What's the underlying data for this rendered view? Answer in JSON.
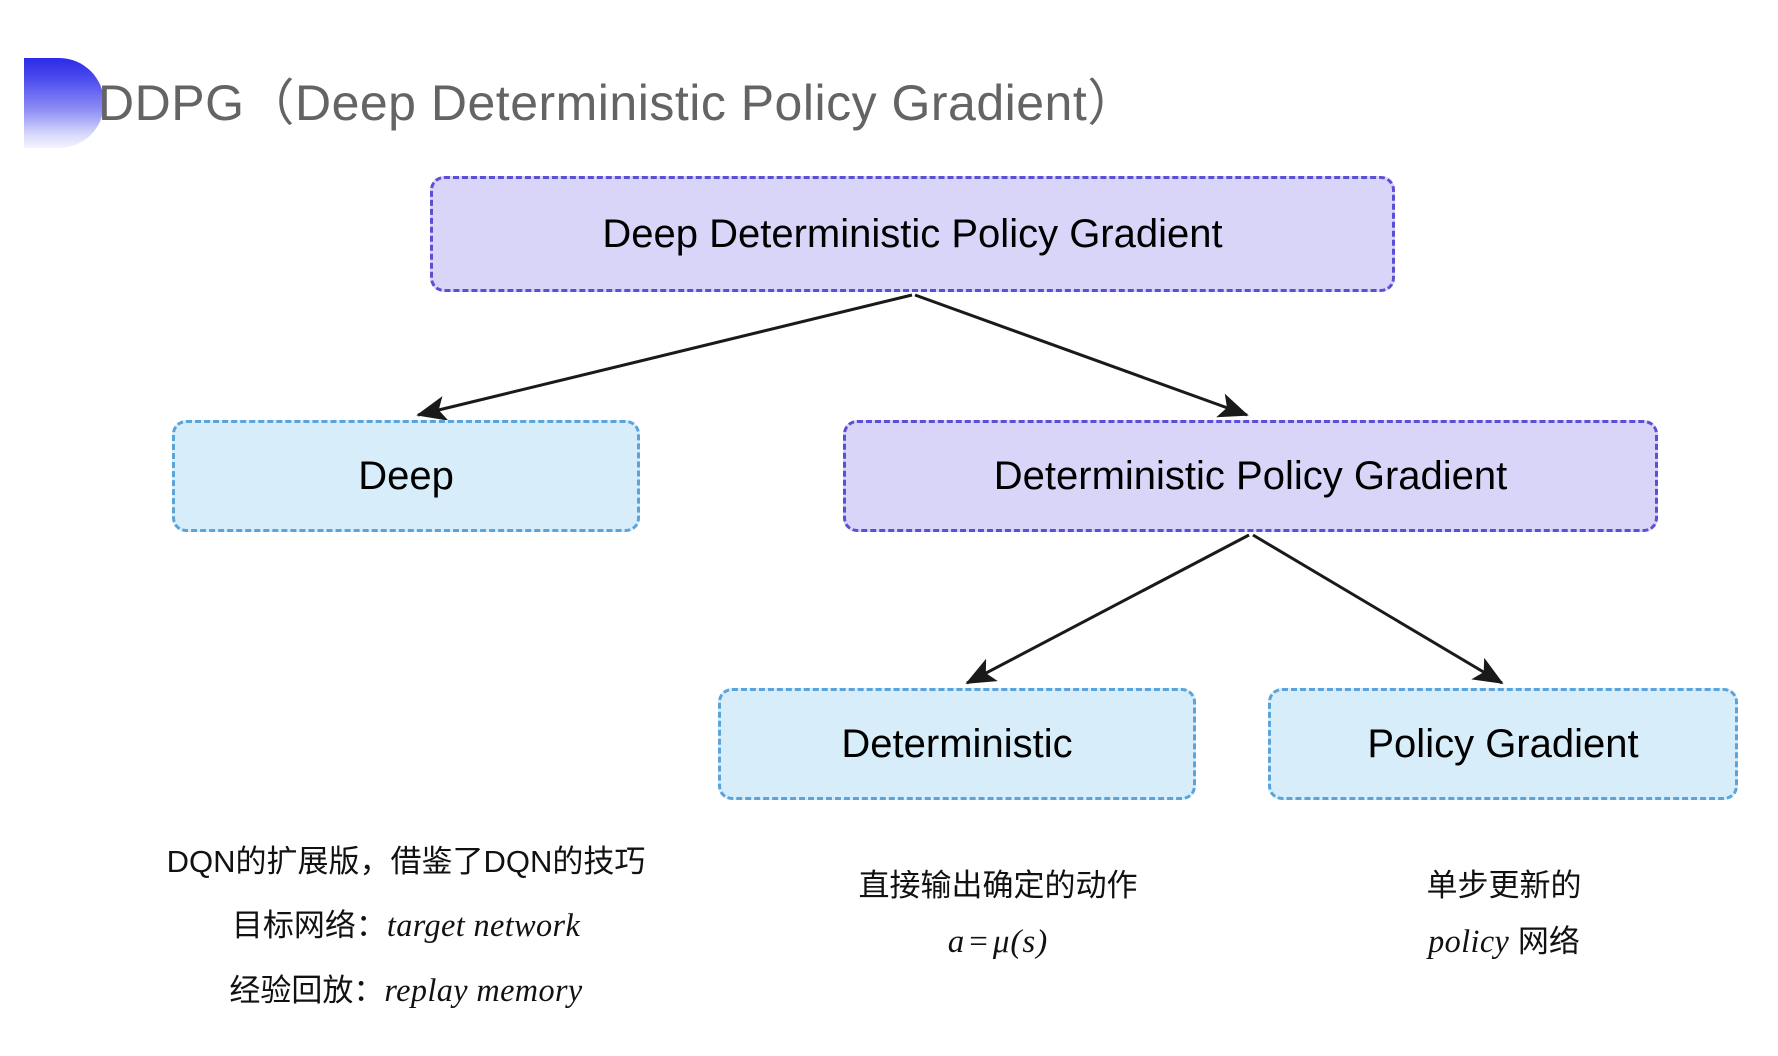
{
  "slide": {
    "title": "DDPG（Deep Deterministic Policy Gradient）",
    "background_color": "#ffffff",
    "bullet_icon": "gradient-half-circle-icon",
    "title_color": "#666666"
  },
  "diagram": {
    "type": "tree",
    "colors": {
      "purple_fill": "#d9d5f8",
      "purple_border": "#5b4fd6",
      "blue_fill": "#d7edfa",
      "blue_border": "#5ba3d9",
      "arrow": "#1a1a1a"
    },
    "nodes": {
      "root": "Deep Deterministic Policy Gradient",
      "deep": "Deep",
      "dpg": "Deterministic Policy Gradient",
      "deterministic": "Deterministic",
      "policy_gradient": "Policy Gradient"
    },
    "edges": [
      {
        "from": "root",
        "to": "deep"
      },
      {
        "from": "root",
        "to": "dpg"
      },
      {
        "from": "dpg",
        "to": "deterministic"
      },
      {
        "from": "dpg",
        "to": "policy_gradient"
      }
    ]
  },
  "notes": {
    "deep": {
      "line1": "DQN的扩展版，借鉴了DQN的技巧",
      "line2_label": "目标网络：",
      "line2_term": "target network",
      "line3_label": "经验回放：",
      "line3_term": "replay memory"
    },
    "deterministic": {
      "line1": "直接输出确定的动作",
      "formula_lhs": "a",
      "formula_op": "=",
      "formula_rhs": "μ(s)"
    },
    "policy_gradient": {
      "line1": "单步更新的",
      "line2_term": "policy",
      "line2_suffix": " 网络"
    }
  }
}
